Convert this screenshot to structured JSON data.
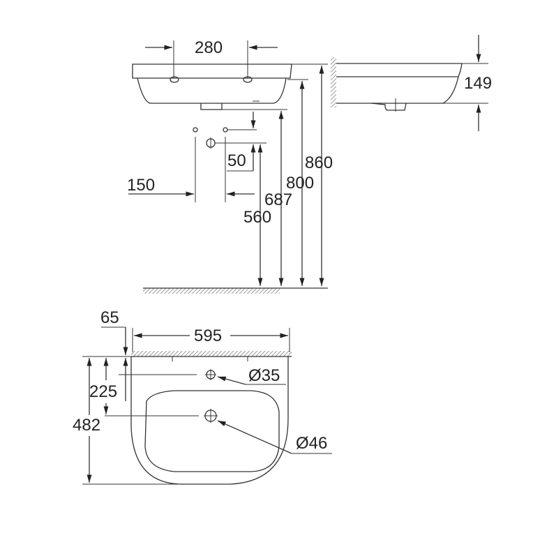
{
  "diagram": {
    "type": "technical-drawing",
    "subject": "washbasin dimensions",
    "front_view": {
      "tap_hole_spacing": "280",
      "drain_offset": "50",
      "fixing_spacing": "150",
      "heights": {
        "h560": "560",
        "h687": "687",
        "h800": "800",
        "h860": "860"
      }
    },
    "side_view": {
      "depth": "149"
    },
    "top_view": {
      "wall_offset": "65",
      "width": "595",
      "tap_hole_distance": "225",
      "projection": "482",
      "tap_hole_diameter": "Ø35",
      "drain_hole_diameter": "Ø46"
    }
  },
  "colors": {
    "line": "#333333",
    "text": "#222222",
    "hatch": "#777777"
  }
}
